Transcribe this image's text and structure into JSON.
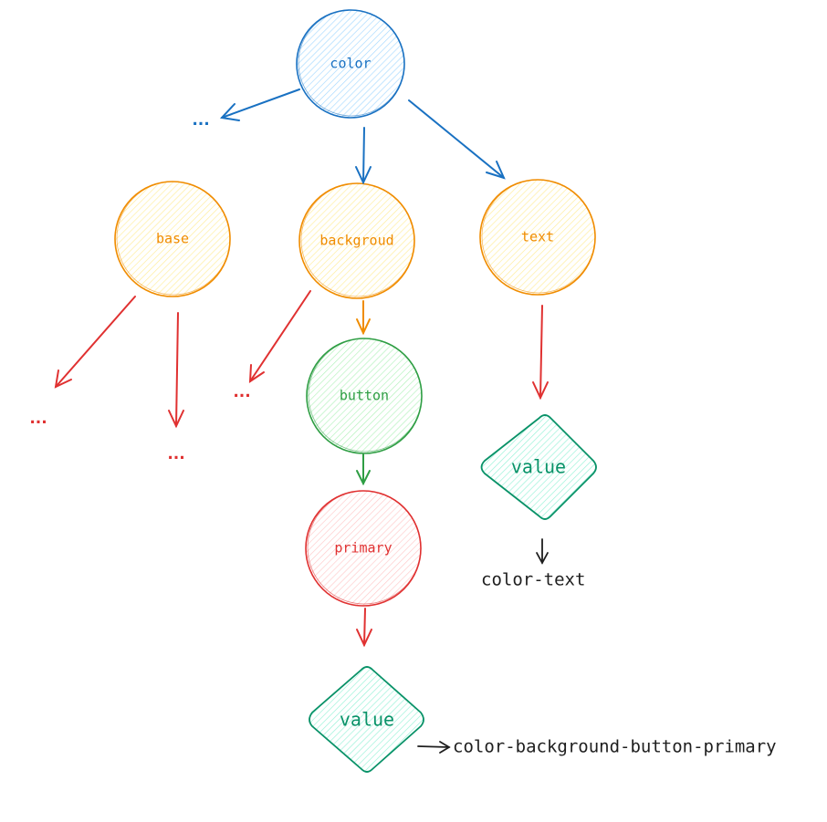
{
  "colors": {
    "blue": "#1971c2",
    "blue_fill": "#a5d8ff",
    "orange": "#f08c00",
    "orange_fill": "#ffec99",
    "green": "#2f9e44",
    "green_fill": "#b2f2bb",
    "red": "#e03131",
    "red_fill": "#ffc9c9",
    "teal": "#099268",
    "teal_fill": "#96f2d7",
    "dark": "#1e1e1e"
  },
  "nodes": {
    "color": "color",
    "base": "base",
    "background": "backgroud",
    "text": "text",
    "button": "button",
    "primary": "primary",
    "value_text": "value",
    "value_primary": "value"
  },
  "outputs": {
    "text_token": "color-text",
    "primary_token": "color-background-button-primary"
  },
  "ellipsis": "..."
}
